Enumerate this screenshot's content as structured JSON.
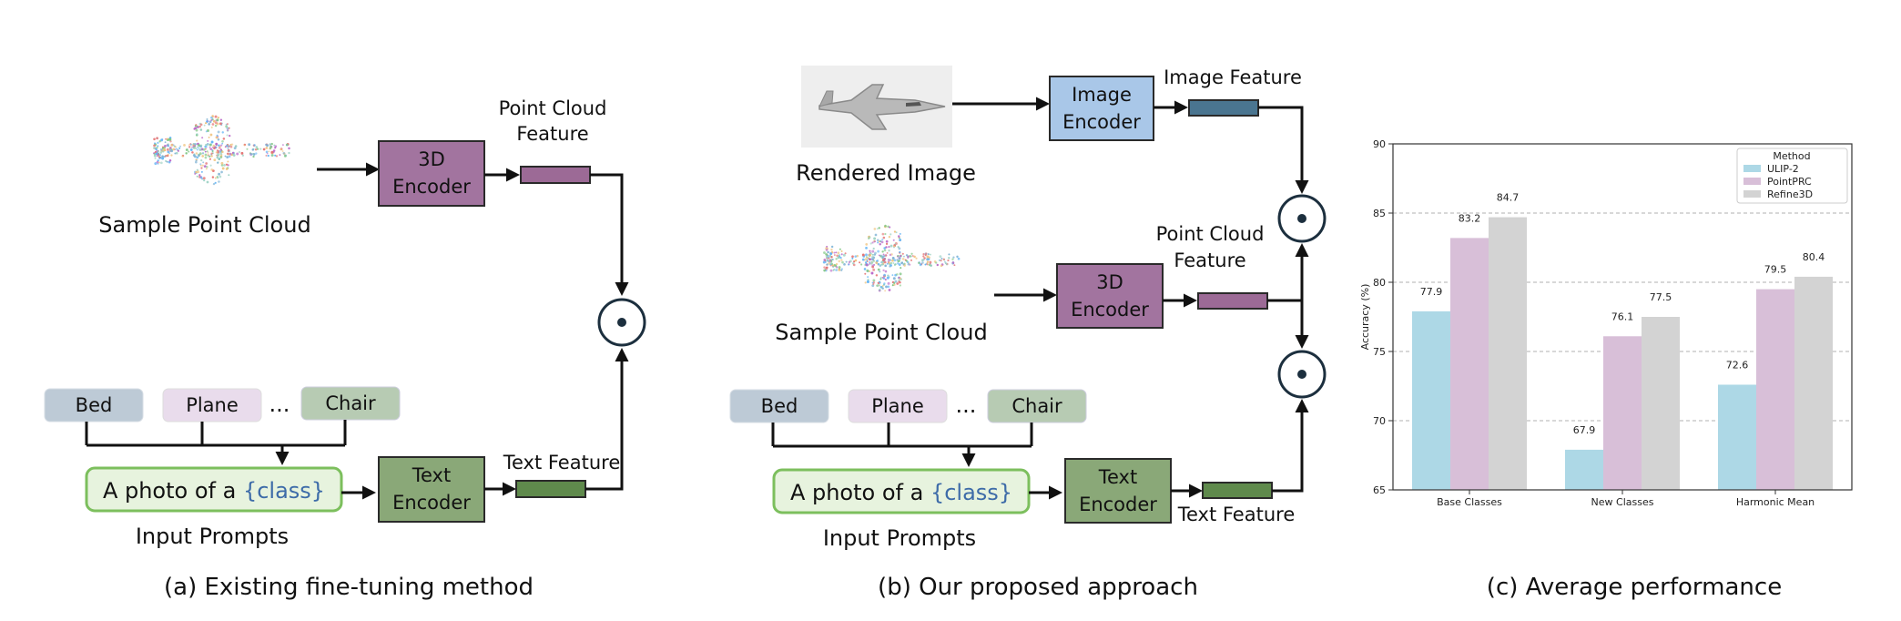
{
  "panel_a": {
    "point_cloud_caption": "Sample Point Cloud",
    "encoder_3d": [
      "3D",
      "Encoder"
    ],
    "point_cloud_feature": [
      "Point Cloud",
      "Feature"
    ],
    "classes": [
      "Bed",
      "Plane",
      "Chair"
    ],
    "ellipsis": "...",
    "prompt_text": "A photo of a ",
    "prompt_class": "{class}",
    "input_prompts": "Input Prompts",
    "text_encoder": [
      "Text",
      "Encoder"
    ],
    "text_feature": "Text Feature",
    "caption": "(a) Existing fine-tuning method"
  },
  "panel_b": {
    "rendered_image": "Rendered Image",
    "image_encoder": [
      "Image",
      "Encoder"
    ],
    "image_feature": "Image Feature",
    "point_cloud_caption": "Sample Point Cloud",
    "encoder_3d": [
      "3D",
      "Encoder"
    ],
    "point_cloud_feature": [
      "Point Cloud",
      "Feature"
    ],
    "classes": [
      "Bed",
      "Plane",
      "Chair"
    ],
    "ellipsis": "...",
    "prompt_text": "A photo of a ",
    "prompt_class": "{class}",
    "input_prompts": "Input Prompts",
    "text_encoder": [
      "Text",
      "Encoder"
    ],
    "text_feature": "Text Feature",
    "caption": "(b) Our proposed approach"
  },
  "colors": {
    "encoder_purple": "#a2749f",
    "text_encoder_green": "#8aa878",
    "image_encoder_blue": "#a9c7e8",
    "feature_purple": "#9c6a96",
    "feature_green": "#5f8a4c",
    "feature_blue": "#4a7590",
    "bed_chip": "#bdcad6",
    "plane_chip": "#e9dcec",
    "chair_chip": "#b7cbb3",
    "prompt_fill": "#e7f3de",
    "prompt_border": "#7cbf5d",
    "class_text": "#3d6ba8",
    "circle_stroke": "#1c2f3e"
  },
  "chart_data": {
    "type": "bar",
    "categories": [
      "Base Classes",
      "New Classes",
      "Harmonic Mean"
    ],
    "series": [
      {
        "name": "ULIP-2",
        "values": [
          77.9,
          67.9,
          72.6
        ],
        "color": "#add8e6"
      },
      {
        "name": "PointPRC",
        "values": [
          83.2,
          76.1,
          79.5
        ],
        "color": "#d8bfd8"
      },
      {
        "name": "Refine3D",
        "values": [
          84.7,
          77.5,
          80.4
        ],
        "color": "#d3d3d3"
      }
    ],
    "ylabel": "Accuracy (%)",
    "ylim": [
      65,
      90
    ],
    "yticks": [
      65,
      70,
      75,
      80,
      85,
      90
    ],
    "legend_title": "Method",
    "legend_position": "top-right",
    "grid": "y-dashed",
    "caption": "(c) Average performance"
  }
}
